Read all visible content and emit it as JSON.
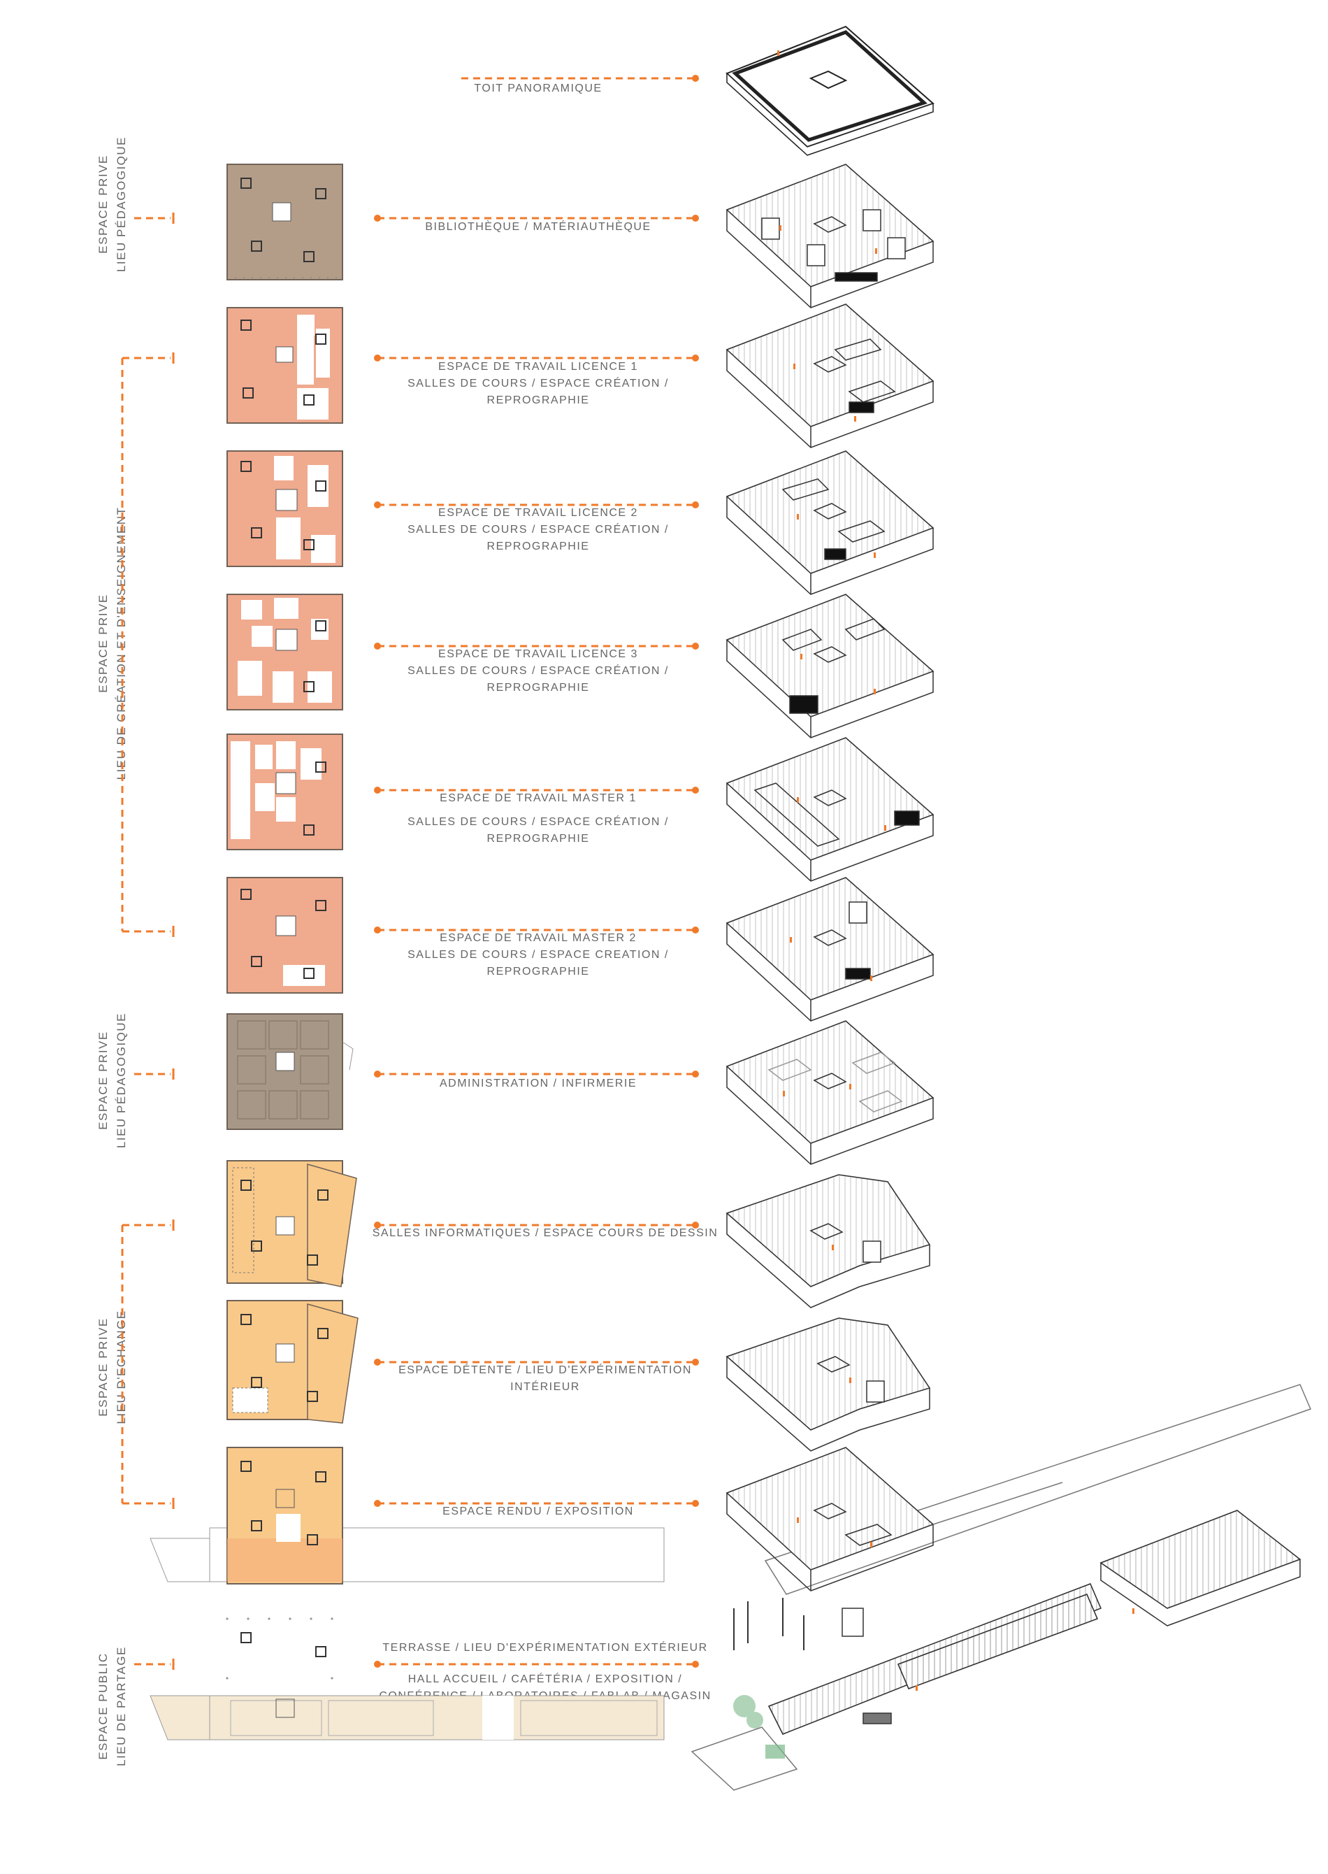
{
  "colors": {
    "accent_orange": "#f07a2a",
    "library_brown": "#b39d88",
    "workshop_salmon": "#f0aa8e",
    "admin_brown": "#a79786",
    "exchange_yellow": "#f9c98a",
    "public_beige": "#f5e9d4"
  },
  "group_labels": [
    {
      "lines": [
        "ESPACE PRIVE",
        "LIEU PÉDAGOGIQUE"
      ]
    },
    {
      "lines": [
        "ESPACE PRIVE",
        "LIEU DE CRÉATION ET D'ENSEIGNEMENT"
      ]
    },
    {
      "lines": [
        "ESPACE PRIVE",
        "LIEU PÉDAGOGIQUE"
      ]
    },
    {
      "lines": [
        "ESPACE PRIVE",
        "LIEU D'ECHANGE"
      ]
    },
    {
      "lines": [
        "ESPACE PUBLIC",
        "LIEU DE PARTAGE"
      ]
    }
  ],
  "floors": [
    {
      "id": "roof",
      "lines": [
        "TOIT PANORAMIQUE"
      ]
    },
    {
      "id": "library",
      "lines": [
        "BIBLIOTHÈQUE / MATÉRIAUTHÈQUE"
      ]
    },
    {
      "id": "licence1",
      "lines": [
        "ESPACE DE TRAVAIL LICENCE 1",
        "SALLES DE COURS / ESPACE CRÉATION /",
        "REPROGRAPHIE"
      ]
    },
    {
      "id": "licence2",
      "lines": [
        "ESPACE DE TRAVAIL LICENCE 2",
        "SALLES DE COURS / ESPACE CRÉATION /",
        "REPROGRAPHIE"
      ]
    },
    {
      "id": "licence3",
      "lines": [
        "ESPACE DE TRAVAIL LICENCE 3",
        "SALLES DE COURS / ESPACE CRÉATION /",
        "REPROGRAPHIE"
      ]
    },
    {
      "id": "master1",
      "lines": [
        "ESPACE DE TRAVAIL MASTER 1",
        "SALLES DE COURS / ESPACE CRÉATION /",
        "REPROGRAPHIE"
      ]
    },
    {
      "id": "master2",
      "lines": [
        "ESPACE DE TRAVAIL MASTER 2",
        "SALLES DE COURS / ESPACE CREATION /",
        "REPROGRAPHIE"
      ]
    },
    {
      "id": "admin",
      "lines": [
        "ADMINISTRATION / INFIRMERIE"
      ]
    },
    {
      "id": "informatique",
      "lines": [
        "SALLES INFORMATIQUES / ESPACE COURS DE DESSIN"
      ]
    },
    {
      "id": "detente",
      "lines": [
        "ESPACE DÉTENTE / LIEU D'EXPÉRIMENTATION",
        "INTÉRIEUR"
      ]
    },
    {
      "id": "rendu",
      "lines": [
        "ESPACE RENDU / EXPOSITION"
      ]
    },
    {
      "id": "terrasse",
      "lines": [
        "TERRASSE / LIEU D'EXPÉRIMENTATION EXTÉRIEUR"
      ]
    },
    {
      "id": "hall",
      "lines": [
        "HALL ACCUEIL / CAFÉTÉRIA / EXPOSITION /",
        "CONFÉRENCE / LABORATOIRES / FABLAB / MAGASIN"
      ]
    }
  ]
}
